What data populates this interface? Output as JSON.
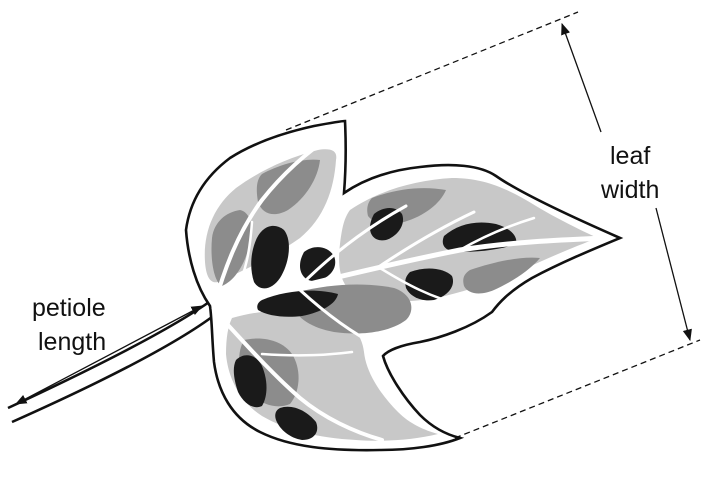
{
  "labels": {
    "leaf_width_line1": "leaf",
    "leaf_width_line2": "width",
    "petiole_line1": "petiole",
    "petiole_line2": "length"
  },
  "colors": {
    "ink": "#111111",
    "dark_shade": "#1a1a1a",
    "mid_shade": "#8c8c8c",
    "light_shade": "#c8c8c8",
    "paper": "#ffffff"
  }
}
